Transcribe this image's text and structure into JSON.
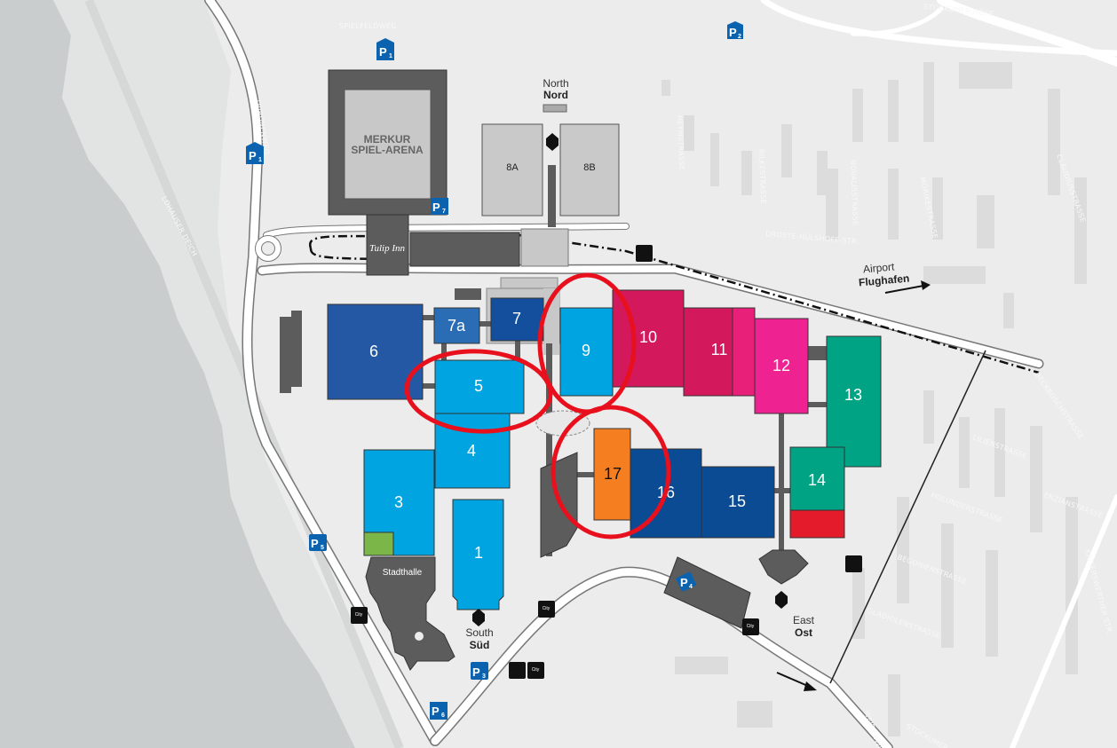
{
  "map": {
    "arena": {
      "line1": "MERKUR",
      "line2": "SPIEL-ARENA"
    },
    "hotel": {
      "name": "Tulip Inn"
    },
    "venue": {
      "name": "Stadthalle"
    },
    "halls": {
      "h1": {
        "label": "1",
        "color": "#00a4e0"
      },
      "h3": {
        "label": "3",
        "color": "#00a4e0"
      },
      "h4": {
        "label": "4",
        "color": "#00a4e0"
      },
      "h5": {
        "label": "5",
        "color": "#00a4e0"
      },
      "h6": {
        "label": "6",
        "color": "#2458a4"
      },
      "h7": {
        "label": "7",
        "color": "#144f9e"
      },
      "h7a": {
        "label": "7a",
        "color": "#2a6db5"
      },
      "h8a": {
        "label": "8A",
        "color": "#c9c9c9"
      },
      "h8b": {
        "label": "8B",
        "color": "#c9c9c9"
      },
      "h9": {
        "label": "9",
        "color": "#00a4e0"
      },
      "h10": {
        "label": "10",
        "color": "#d3185c"
      },
      "h11": {
        "label": "11",
        "color": "#d3185c"
      },
      "h12": {
        "label": "12",
        "color": "#ee2290"
      },
      "h13": {
        "label": "13",
        "color": "#00a384"
      },
      "h14": {
        "label": "14",
        "color": "#00a384"
      },
      "h15": {
        "label": "15",
        "color": "#0a4b93"
      },
      "h16": {
        "label": "16",
        "color": "#0a4b93"
      },
      "h17": {
        "label": "17",
        "color": "#f47e20"
      }
    },
    "highlighted_halls": [
      "5",
      "9",
      "17"
    ],
    "highlight_color": "#e8101c",
    "entrances": {
      "north": {
        "en": "North",
        "de": "Nord"
      },
      "south": {
        "en": "South",
        "de": "Süd"
      },
      "east": {
        "en": "East",
        "de": "Ost"
      }
    },
    "airport": {
      "en": "Airport",
      "de": "Flughafen"
    },
    "parking": {
      "p1a": {
        "letter": "P",
        "num": "1"
      },
      "p1b": {
        "letter": "P",
        "num": "1"
      },
      "p2": {
        "letter": "P",
        "num": "2"
      },
      "p3": {
        "letter": "P",
        "num": "3"
      },
      "p4": {
        "letter": "P",
        "num": "4"
      },
      "p5": {
        "letter": "P",
        "num": "5"
      },
      "p6": {
        "letter": "P",
        "num": "6"
      },
      "p7": {
        "letter": "P",
        "num": "7"
      }
    },
    "streets": {
      "spielfeldweg": "SPIELFELDWEG",
      "stockumer": "STOCKUMER HÖFE",
      "tribuene": "TRIBÜNENWEG",
      "lohauser": "LOHAUSER DEICH",
      "heym": "HEYMSTRASSE",
      "rilke": "RILKESTRASSE",
      "novalis": "NOVALISSTRASSE",
      "moerike": "MÖRIKESTRASSE",
      "claudius": "CLAUDIUSSTRASSE",
      "droste": "DROSTE-HÜLSHOFF-STR.",
      "beckbusch": "BECKBUSCHSTRASSE",
      "lilien": "LILIENSTRASSE",
      "holunder": "HOLUNDERSTRASSE",
      "enzian": "ENZIANSTRASSE",
      "begonien": "BEGONIENSTRASSE",
      "gladiolen": "GLADIOLENSTRASSE",
      "kaiserswerther": "KAISERSWERTHER STR.",
      "weidenweg": "WEIDENWEG",
      "stockum": "STOCKUMER KIRCHSTR."
    },
    "bus_label": "City"
  }
}
